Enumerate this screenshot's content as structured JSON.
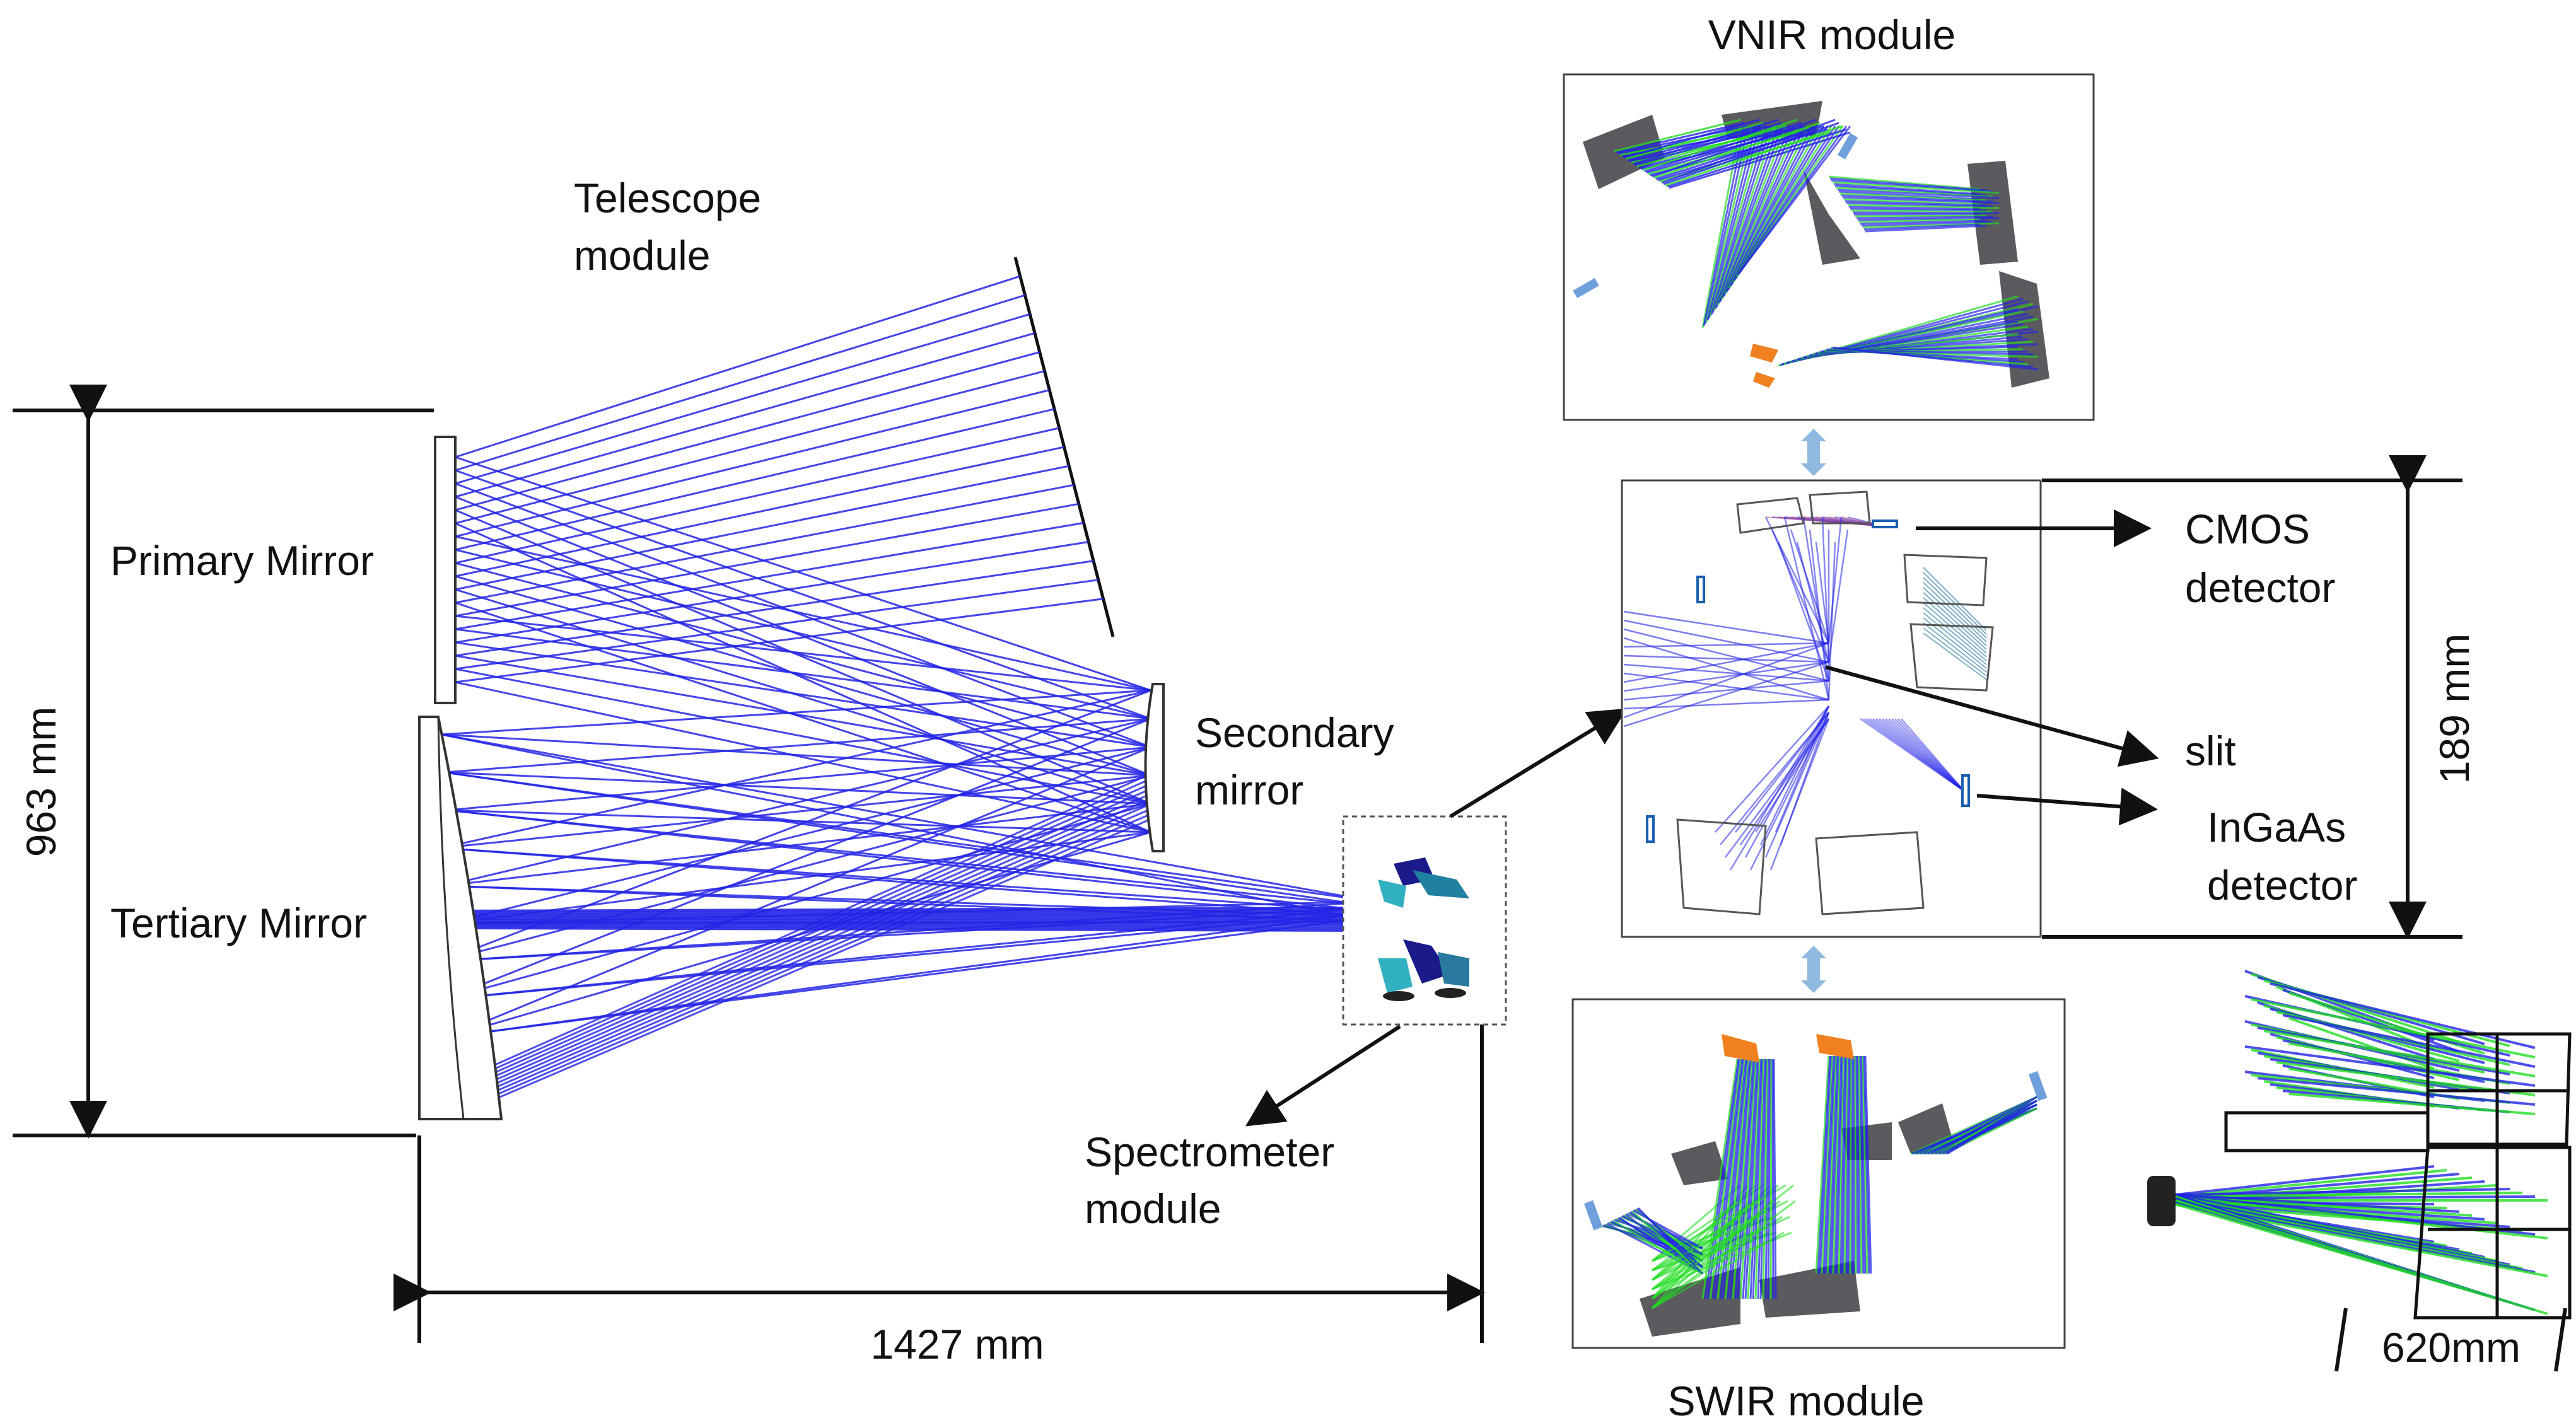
{
  "labels": {
    "telescope_module": [
      "Telescope",
      "module"
    ],
    "primary_mirror": "Primary Mirror",
    "secondary_mirror": [
      "Secondary",
      "mirror"
    ],
    "tertiary_mirror": "Tertiary Mirror",
    "spectrometer_module": [
      "Spectrometer",
      "module"
    ],
    "vnir_module": "VNIR module",
    "swir_module": "SWIR module",
    "cmos_detector": [
      "CMOS",
      "detector"
    ],
    "slit": "slit",
    "ingaas_detector": [
      "InGaAs",
      "detector"
    ]
  },
  "dimensions": {
    "height_telescope": "963 mm",
    "length_telescope": "1427 mm",
    "height_spectrometer": "189 mm",
    "width_side_view": "620mm"
  },
  "colors": {
    "ray_blue": "#2323e6",
    "ray_green": "#22dd22",
    "housing_gray": "#5a5a5f",
    "detector_orange": "#f08020",
    "double_arrow": "#8fb9e0"
  }
}
